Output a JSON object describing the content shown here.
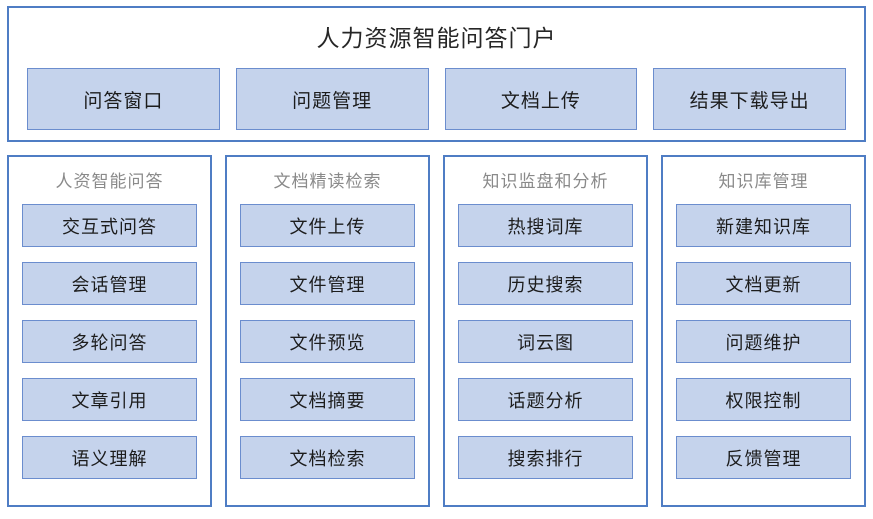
{
  "portal": {
    "title": "人力资源智能问答门户",
    "buttons": [
      {
        "label": "问答窗口"
      },
      {
        "label": "问题管理"
      },
      {
        "label": "文档上传"
      },
      {
        "label": "结果下载导出"
      }
    ]
  },
  "columns": [
    {
      "header": "人资智能问答",
      "items": [
        {
          "label": "交互式问答"
        },
        {
          "label": "会话管理"
        },
        {
          "label": "多轮问答"
        },
        {
          "label": "文章引用"
        },
        {
          "label": "语义理解"
        }
      ]
    },
    {
      "header": "文档精读检索",
      "items": [
        {
          "label": "文件上传"
        },
        {
          "label": "文件管理"
        },
        {
          "label": "文件预览"
        },
        {
          "label": "文档摘要"
        },
        {
          "label": "文档检索"
        }
      ]
    },
    {
      "header": "知识监盘和分析",
      "items": [
        {
          "label": "热搜词库"
        },
        {
          "label": "历史搜索"
        },
        {
          "label": "词云图"
        },
        {
          "label": "话题分析"
        },
        {
          "label": "搜索排行"
        }
      ]
    },
    {
      "header": "知识库管理",
      "items": [
        {
          "label": "新建知识库"
        },
        {
          "label": "文档更新"
        },
        {
          "label": "问题维护"
        },
        {
          "label": "权限控制"
        },
        {
          "label": "反馈管理"
        }
      ]
    }
  ],
  "colors": {
    "frame_border": "#4f7dc4",
    "box_fill": "#c5d3ec",
    "box_border": "#6b8dce",
    "title_text": "#262626",
    "header_text": "#8a8a8a",
    "item_text": "#1c1c1c",
    "background": "#ffffff"
  }
}
